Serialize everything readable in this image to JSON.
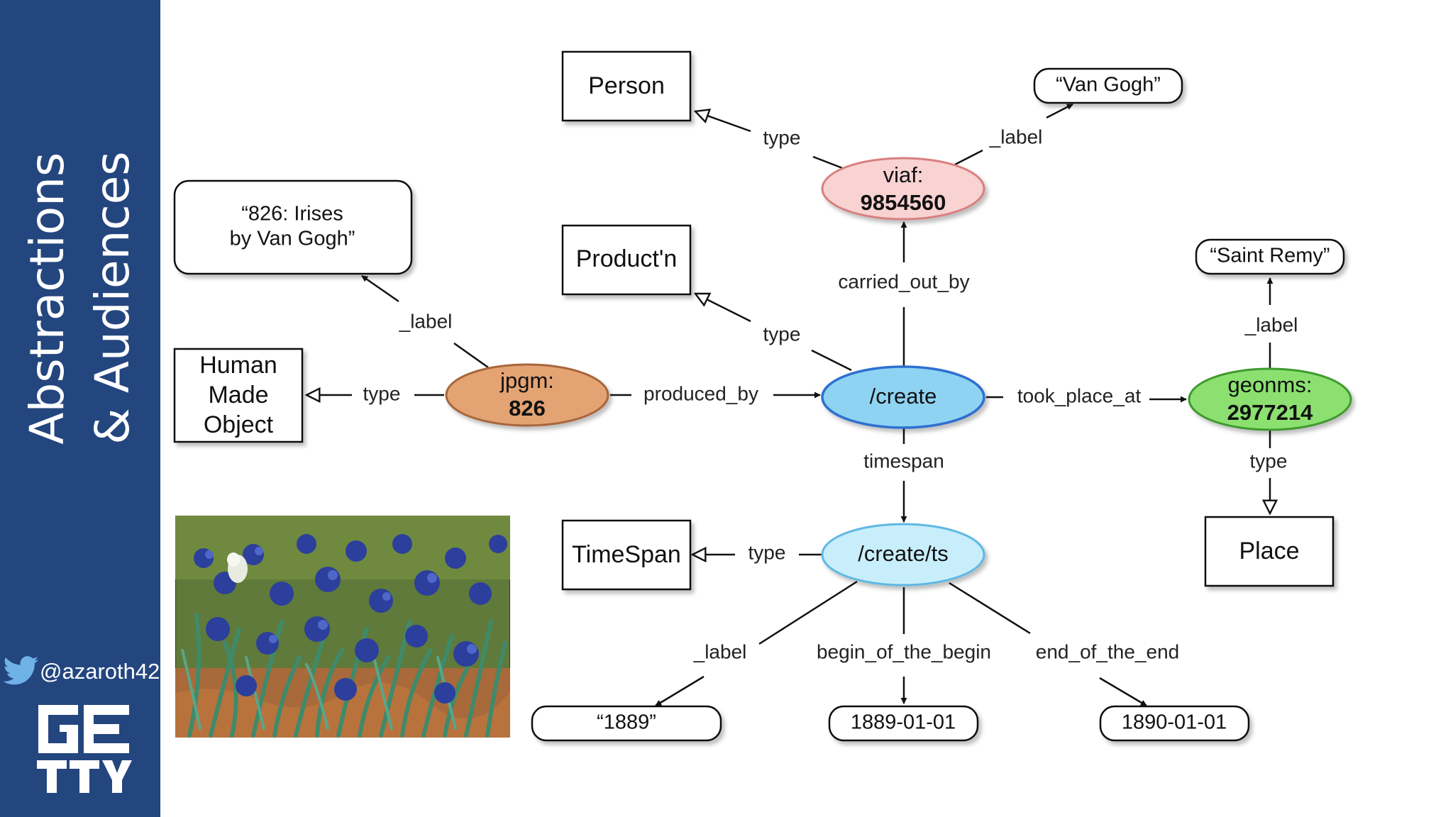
{
  "slide": {
    "title": "Abstractions\n& Audiences",
    "twitter_handle": "@azaroth42",
    "logo_text": "GETTY"
  },
  "colors": {
    "sidebar": "#24467f",
    "viaf_node": "#f9d2d2",
    "jpgm_node": "#e4a373",
    "create_node": "#8fd3f3",
    "timespan_node": "#c9eefb",
    "geonames_node": "#8be06f"
  },
  "painting": {
    "name": "Irises by Van Gogh"
  },
  "diagram": {
    "classes": {
      "person": "Person",
      "production": "Product'n",
      "human_made_object": [
        "Human",
        "Made",
        "Object"
      ],
      "timespan": "TimeSpan",
      "place": "Place"
    },
    "literals": {
      "van_gogh": "“Van Gogh”",
      "irises": [
        "“826: Irises",
        "by Van Gogh”"
      ],
      "saint_remy": "“Saint Remy”",
      "year": "“1889”",
      "begin": "1889-01-01",
      "end": "1890-01-01"
    },
    "resources": {
      "viaf": [
        "viaf:",
        "9854560"
      ],
      "jpgm": [
        "jpgm:",
        "826"
      ],
      "create": "/create",
      "create_ts": "/create/ts",
      "geonames": [
        "geonms:",
        "2977214"
      ]
    },
    "edges": {
      "person_type": "type",
      "viaf_label": "_label",
      "carried_out_by": "carried_out_by",
      "production_type": "type",
      "jpgm_label": "_label",
      "jpgm_type": "type",
      "produced_by": "produced_by",
      "took_place_at": "took_place_at",
      "geo_label": "_label",
      "geo_type": "type",
      "timespan": "timespan",
      "ts_type": "type",
      "ts_label": "_label",
      "begin_of_the_begin": "begin_of_the_begin",
      "end_of_the_end": "end_of_the_end"
    }
  }
}
